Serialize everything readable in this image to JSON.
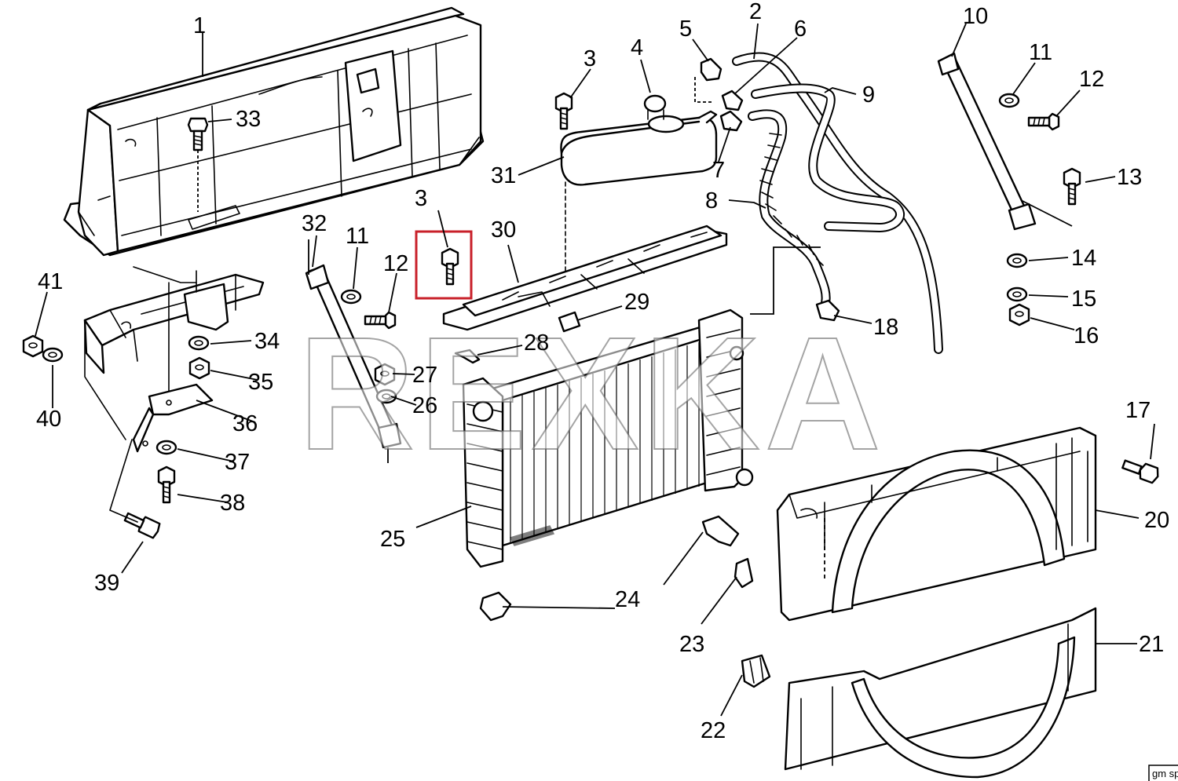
{
  "diagram": {
    "watermark": "REXKA",
    "highlighted_part": "3",
    "highlight_color": "#c8202a",
    "logo_text": "gm spo",
    "callouts": [
      {
        "id": "c1",
        "text": "1"
      },
      {
        "id": "c2",
        "text": "2"
      },
      {
        "id": "c3a",
        "text": "3"
      },
      {
        "id": "c3b",
        "text": "3"
      },
      {
        "id": "c4",
        "text": "4"
      },
      {
        "id": "c5",
        "text": "5"
      },
      {
        "id": "c6",
        "text": "6"
      },
      {
        "id": "c7",
        "text": "7"
      },
      {
        "id": "c8",
        "text": "8"
      },
      {
        "id": "c9",
        "text": "9"
      },
      {
        "id": "c10",
        "text": "10"
      },
      {
        "id": "c11a",
        "text": "11"
      },
      {
        "id": "c11b",
        "text": "11"
      },
      {
        "id": "c12a",
        "text": "12"
      },
      {
        "id": "c12b",
        "text": "12"
      },
      {
        "id": "c13",
        "text": "13"
      },
      {
        "id": "c14",
        "text": "14"
      },
      {
        "id": "c15",
        "text": "15"
      },
      {
        "id": "c16",
        "text": "16"
      },
      {
        "id": "c17",
        "text": "17"
      },
      {
        "id": "c18",
        "text": "18"
      },
      {
        "id": "c20",
        "text": "20"
      },
      {
        "id": "c21",
        "text": "21"
      },
      {
        "id": "c22",
        "text": "22"
      },
      {
        "id": "c23",
        "text": "23"
      },
      {
        "id": "c24",
        "text": "24"
      },
      {
        "id": "c25",
        "text": "25"
      },
      {
        "id": "c26",
        "text": "26"
      },
      {
        "id": "c27",
        "text": "27"
      },
      {
        "id": "c28",
        "text": "28"
      },
      {
        "id": "c29",
        "text": "29"
      },
      {
        "id": "c30",
        "text": "30"
      },
      {
        "id": "c31",
        "text": "31"
      },
      {
        "id": "c32",
        "text": "32"
      },
      {
        "id": "c33",
        "text": "33"
      },
      {
        "id": "c34",
        "text": "34"
      },
      {
        "id": "c35",
        "text": "35"
      },
      {
        "id": "c36",
        "text": "36"
      },
      {
        "id": "c37",
        "text": "37"
      },
      {
        "id": "c38",
        "text": "38"
      },
      {
        "id": "c39",
        "text": "39"
      },
      {
        "id": "c40",
        "text": "40"
      },
      {
        "id": "c41",
        "text": "41"
      }
    ]
  }
}
